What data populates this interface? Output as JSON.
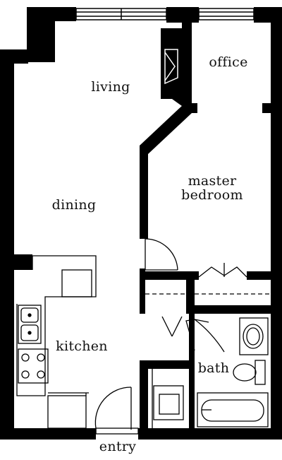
{
  "colors": {
    "wall": "#000000",
    "floor": "#ffffff",
    "fixture": "#111111"
  },
  "rooms": {
    "living": "living",
    "office": "office",
    "master_bedroom_line1": "master",
    "master_bedroom_line2": "bedroom",
    "dining": "dining",
    "kitchen": "kitchen",
    "bath": "bath",
    "entry": "entry"
  }
}
